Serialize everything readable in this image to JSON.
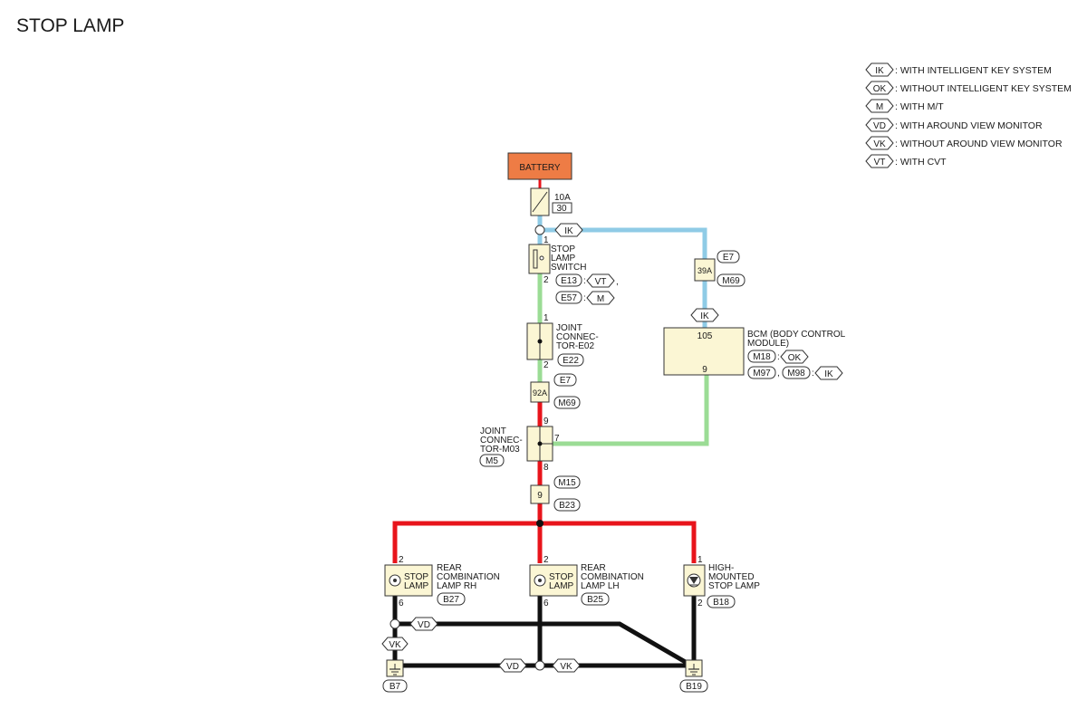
{
  "title": "STOP LAMP",
  "colors": {
    "red": "#e8141b",
    "blue": "#8fcbe6",
    "green": "#9bdc95",
    "black": "#111111",
    "battery": "#ee7c45",
    "box": "#fbf6d4"
  },
  "legend": [
    {
      "code": "IK",
      "text": ": WITH INTELLIGENT KEY SYSTEM"
    },
    {
      "code": "OK",
      "text": ": WITHOUT INTELLIGENT KEY SYSTEM"
    },
    {
      "code": "M",
      "text": ": WITH M/T"
    },
    {
      "code": "VD",
      "text": ": WITH AROUND VIEW MONITOR"
    },
    {
      "code": "VK",
      "text": ": WITHOUT AROUND VIEW MONITOR"
    },
    {
      "code": "VT",
      "text": ": WITH CVT"
    }
  ],
  "battery": "BATTERY",
  "fuse": {
    "amp": "10A",
    "num": "30"
  },
  "ik_top": "IK",
  "switch": {
    "pin_top": "1",
    "pin_bottom": "2",
    "name": [
      "STOP",
      "LAMP",
      "SWITCH"
    ],
    "conn1": "E13",
    "cond1": "VT",
    "comma": ",",
    "conn2": "E57",
    "cond2": "M",
    "colon": ":"
  },
  "e02": {
    "pin_top": "1",
    "pin_bottom": "2",
    "name": [
      "JOINT",
      "CONNEC-",
      "TOR-E02"
    ],
    "conn": "E22"
  },
  "splice_92a": {
    "label": "92A",
    "top": "E7",
    "bottom": "M69"
  },
  "splice_39a": {
    "label": "39A",
    "top": "E7",
    "bottom": "M69"
  },
  "ik_bcm": "IK",
  "bcm": {
    "pin_top": "105",
    "pin_bottom": "9",
    "name": [
      "BCM (BODY CONTROL",
      "MODULE)"
    ],
    "c1": "M18",
    "c1cond": "OK",
    "c2": "M97",
    "comma": ",",
    "c3": "M98",
    "c3cond": "IK",
    "colon": ":"
  },
  "m03": {
    "pin_top": "9",
    "pin_side": "7",
    "pin_bottom": "8",
    "name": [
      "JOINT",
      "CONNEC-",
      "TOR-M03"
    ],
    "conn": "M5"
  },
  "splice_9": {
    "label": "9",
    "top": "M15",
    "bottom": "B23"
  },
  "lamp_rh": {
    "pin_top": "2",
    "pin_bottom": "6",
    "text": [
      "STOP",
      "LAMP"
    ],
    "name": [
      "REAR",
      "COMBINATION",
      "LAMP RH"
    ],
    "conn": "B27"
  },
  "lamp_lh": {
    "pin_top": "2",
    "pin_bottom": "6",
    "text": [
      "STOP",
      "LAMP"
    ],
    "name": [
      "REAR",
      "COMBINATION",
      "LAMP LH"
    ],
    "conn": "B25"
  },
  "lamp_high": {
    "pin_top": "1",
    "pin_bottom": "2",
    "name": [
      "HIGH-",
      "MOUNTED",
      "STOP LAMP"
    ],
    "conn": "B18"
  },
  "ground_tags": {
    "vd_upper": "VD",
    "vk_left": "VK",
    "vd_lower": "VD",
    "vk_lower": "VK"
  },
  "grounds": {
    "left": "B7",
    "right": "B19"
  }
}
